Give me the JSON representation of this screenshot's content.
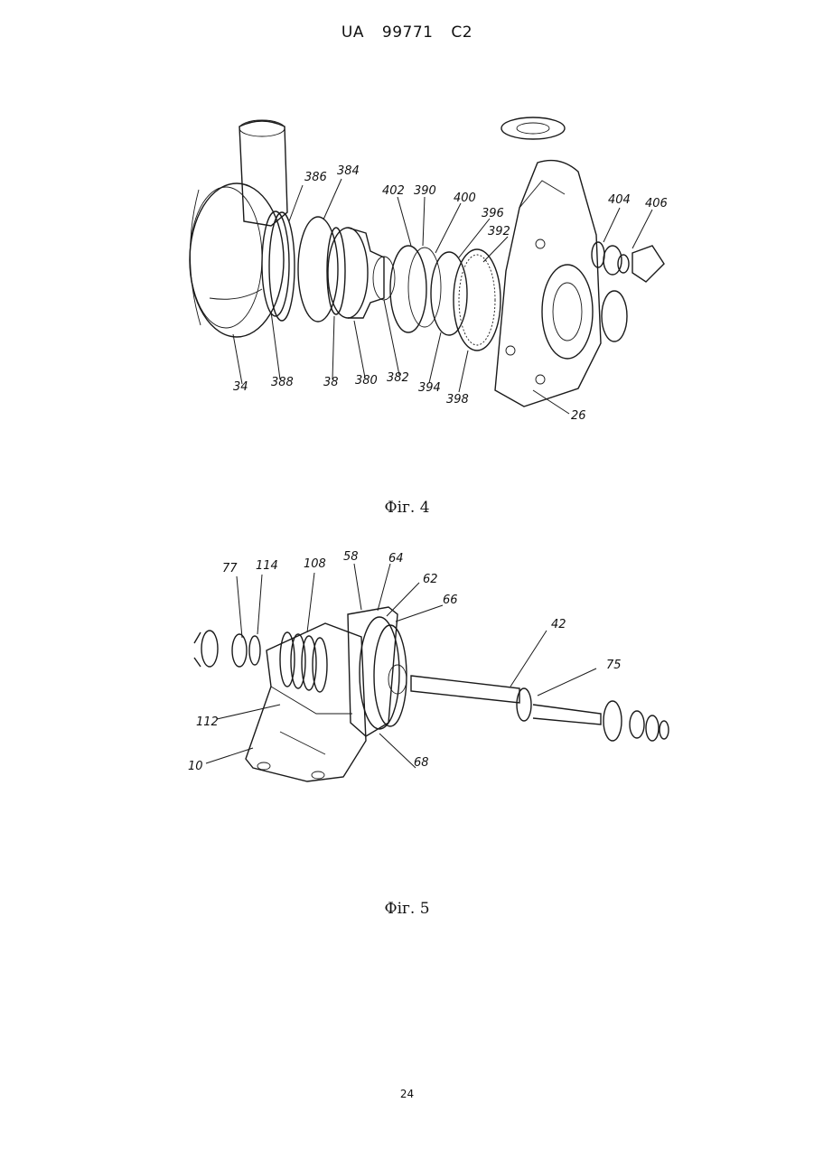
{
  "header": {
    "country": "UA",
    "number": "99771",
    "kind": "C2"
  },
  "figure4": {
    "caption": "Фіг. 4",
    "labels": [
      "386",
      "384",
      "402",
      "390",
      "400",
      "396",
      "392",
      "404",
      "406",
      "34",
      "388",
      "38",
      "380",
      "382",
      "394",
      "398",
      "26"
    ]
  },
  "figure5": {
    "caption": "Фіг. 5",
    "labels": [
      "77",
      "114",
      "108",
      "58",
      "64",
      "62",
      "66",
      "42",
      "75",
      "112",
      "10",
      "68"
    ]
  },
  "page_number": "24"
}
